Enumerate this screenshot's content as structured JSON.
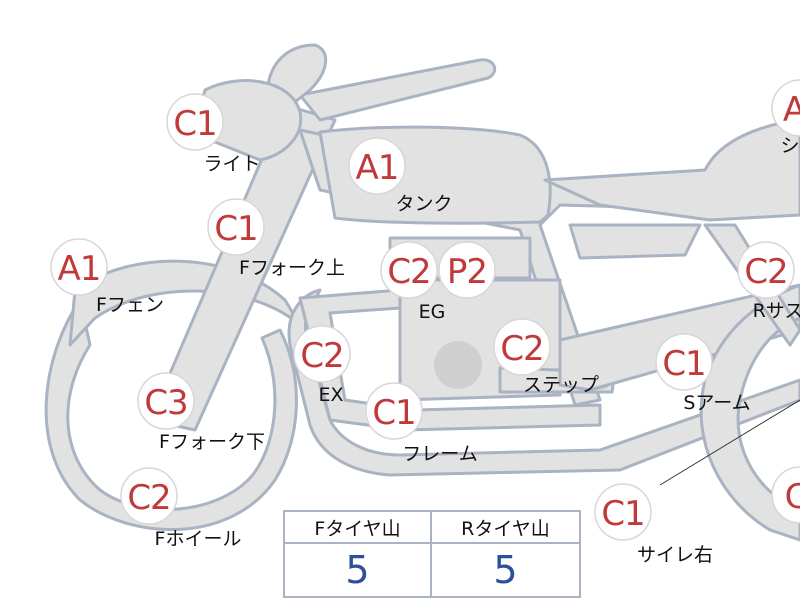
{
  "parts": [
    {
      "id": "light",
      "grade": "C1",
      "label": "ライト"
    },
    {
      "id": "tank",
      "grade": "A1",
      "label": "タンク"
    },
    {
      "id": "f-fork-upper",
      "grade": "C1",
      "label": "Fフォーク上"
    },
    {
      "id": "f-fender",
      "grade": "A1",
      "label": "Fフェン"
    },
    {
      "id": "engine",
      "grade": "C2",
      "grade2": "P2",
      "label": "EG"
    },
    {
      "id": "exhaust",
      "grade": "C2",
      "label": "EX"
    },
    {
      "id": "step",
      "grade": "C2",
      "label": "ステップ"
    },
    {
      "id": "f-fork-lower",
      "grade": "C3",
      "label": "Fフォーク下"
    },
    {
      "id": "frame",
      "grade": "C1",
      "label": "フレーム"
    },
    {
      "id": "f-wheel",
      "grade": "C2",
      "label": "Fホイール"
    },
    {
      "id": "s-arm",
      "grade": "C1",
      "label": "Sアーム"
    },
    {
      "id": "r-susp",
      "grade": "C2",
      "label": "Rサス"
    },
    {
      "id": "silencer-right",
      "grade": "C1",
      "label": "サイレ右"
    },
    {
      "id": "seat",
      "grade": "A",
      "label": "シ"
    },
    {
      "id": "r-wheel",
      "grade": "C",
      "label": ""
    }
  ],
  "tires": {
    "front_header": "Fタイヤ山",
    "rear_header": "Rタイヤ山",
    "front_value": "5",
    "rear_value": "5"
  }
}
